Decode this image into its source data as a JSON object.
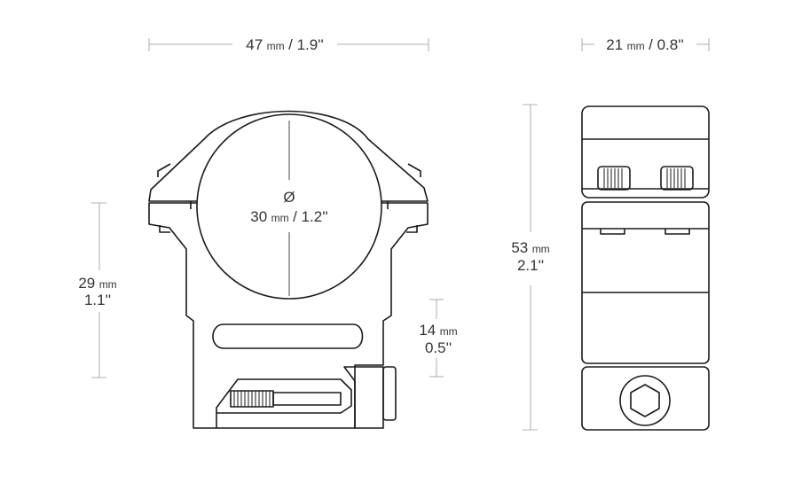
{
  "dimensions": {
    "width": {
      "value": "47",
      "unit": "mm",
      "imperial": "/ 1.9''"
    },
    "depth": {
      "value": "21",
      "unit": "mm",
      "imperial": "/ 0.8''"
    },
    "diameter": {
      "symbol": "Ø",
      "value": "30",
      "unit": "mm",
      "imperial": "/ 1.2''"
    },
    "height_center": {
      "value": "29",
      "unit": "mm",
      "imperial": "1.1''"
    },
    "rail_height": {
      "value": "14",
      "unit": "mm",
      "imperial": "0.5''"
    },
    "total_height": {
      "value": "53",
      "unit": "mm",
      "imperial": "2.1''"
    }
  },
  "colors": {
    "line": "#1a1a1a",
    "dimension_line": "#999999",
    "text": "#333333"
  }
}
